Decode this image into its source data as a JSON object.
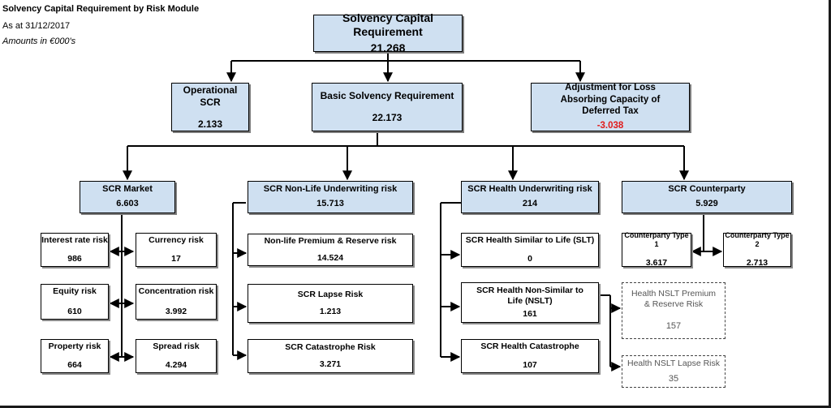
{
  "header": {
    "title": "Solvency Capital Requirement by Risk Module",
    "date": "As at 31/12/2017",
    "units": "Amounts in €000's"
  },
  "colors": {
    "box_fill": "#cfe0f1",
    "negative_value": "#e11b1b",
    "line": "#000000"
  },
  "nodes": {
    "scr": {
      "label": "Solvency Capital Requirement",
      "value": "21.268"
    },
    "op": {
      "label": "Operational SCR",
      "value": "2.133"
    },
    "bscr": {
      "label": "Basic Solvency Requirement",
      "value": "22.173"
    },
    "adj": {
      "label": "Adjustment for Loss Absorbing Capacity of Deferred Tax",
      "value": "-3.038"
    },
    "market": {
      "label": "SCR Market",
      "value": "6.603"
    },
    "nonlife": {
      "label": "SCR Non-Life Underwriting risk",
      "value": "15.713"
    },
    "health": {
      "label": "SCR Health Underwriting risk",
      "value": "214"
    },
    "cpty": {
      "label": "SCR Counterparty",
      "value": "5.929"
    },
    "ir": {
      "label": "Interest rate risk",
      "value": "986"
    },
    "cur": {
      "label": "Currency risk",
      "value": "17"
    },
    "eq": {
      "label": "Equity risk",
      "value": "610"
    },
    "conc": {
      "label": "Concentration risk",
      "value": "3.992"
    },
    "prop": {
      "label": "Property risk",
      "value": "664"
    },
    "spread": {
      "label": "Spread risk",
      "value": "4.294"
    },
    "nl_prem": {
      "label": "Non-life Premium & Reserve risk",
      "value": "14.524"
    },
    "nl_lapse": {
      "label": "SCR Lapse Risk",
      "value": "1.213"
    },
    "nl_cat": {
      "label": "SCR Catastrophe Risk",
      "value": "3.271"
    },
    "h_slt": {
      "label": "SCR Health Similar to Life (SLT)",
      "value": "0"
    },
    "h_nslt": {
      "label": "SCR Health Non-Similar to Life (NSLT)",
      "value": "161"
    },
    "h_cat": {
      "label": "SCR Health Catastrophe",
      "value": "107"
    },
    "nslt_prem": {
      "label": "Health NSLT Premium & Reserve Risk",
      "value": "157"
    },
    "nslt_lapse": {
      "label": "Health NSLT Lapse Risk",
      "value": "35"
    },
    "cp1": {
      "label": "Counterparty Type 1",
      "value": "3.617"
    },
    "cp2": {
      "label": "Counterparty Type 2",
      "value": "2.713"
    }
  }
}
